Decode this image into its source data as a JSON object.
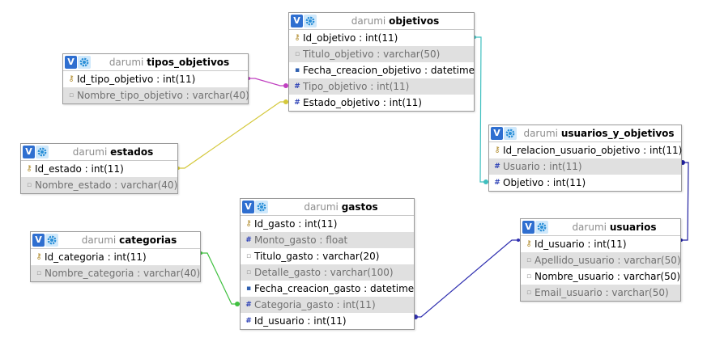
{
  "db_name": "darumi",
  "tables": {
    "objetivos": {
      "name": "objetivos",
      "fields": [
        {
          "label": "Id_objetivo : int(11)",
          "icon": "key-icon"
        },
        {
          "label": "Titulo_objetivo : varchar(50)",
          "icon": "text-field-icon"
        },
        {
          "label": "Fecha_creacion_objetivo : datetime",
          "icon": "date-field-icon"
        },
        {
          "label": "Tipo_objetivo : int(11)",
          "icon": "numeric-field-icon"
        },
        {
          "label": "Estado_objetivo : int(11)",
          "icon": "numeric-field-icon"
        }
      ]
    },
    "tipos_objetivos": {
      "name": "tipos_objetivos",
      "fields": [
        {
          "label": "Id_tipo_objetivo : int(11)",
          "icon": "key-icon"
        },
        {
          "label": "Nombre_tipo_objetivo : varchar(40)",
          "icon": "text-field-icon"
        }
      ]
    },
    "estados": {
      "name": "estados",
      "fields": [
        {
          "label": "Id_estado : int(11)",
          "icon": "key-icon"
        },
        {
          "label": "Nombre_estado : varchar(40)",
          "icon": "text-field-icon"
        }
      ]
    },
    "usuarios_y_objetivos": {
      "name": "usuarios_y_objetivos",
      "fields": [
        {
          "label": "Id_relacion_usuario_objetivo : int(11)",
          "icon": "key-icon"
        },
        {
          "label": "Usuario : int(11)",
          "icon": "numeric-field-icon"
        },
        {
          "label": "Objetivo : int(11)",
          "icon": "numeric-field-icon"
        }
      ]
    },
    "gastos": {
      "name": "gastos",
      "fields": [
        {
          "label": "Id_gasto : int(11)",
          "icon": "key-icon"
        },
        {
          "label": "Monto_gasto : float",
          "icon": "numeric-field-icon"
        },
        {
          "label": "Titulo_gasto : varchar(20)",
          "icon": "text-field-icon"
        },
        {
          "label": "Detalle_gasto : varchar(100)",
          "icon": "text-field-icon"
        },
        {
          "label": "Fecha_creacion_gasto : datetime",
          "icon": "date-field-icon"
        },
        {
          "label": "Categoria_gasto : int(11)",
          "icon": "numeric-field-icon"
        },
        {
          "label": "Id_usuario : int(11)",
          "icon": "numeric-field-icon"
        }
      ]
    },
    "categorias": {
      "name": "categorias",
      "fields": [
        {
          "label": "Id_categoria : int(11)",
          "icon": "key-icon"
        },
        {
          "label": "Nombre_categoria : varchar(40)",
          "icon": "text-field-icon"
        }
      ]
    },
    "usuarios": {
      "name": "usuarios",
      "fields": [
        {
          "label": "Id_usuario : int(11)",
          "icon": "key-icon"
        },
        {
          "label": "Apellido_usuario : varchar(50)",
          "icon": "text-field-icon"
        },
        {
          "label": "Nombre_usuario : varchar(50)",
          "icon": "text-field-icon"
        },
        {
          "label": "Email_usuario : varchar(50)",
          "icon": "text-field-icon"
        }
      ]
    }
  },
  "relations": [
    {
      "from": "tipos_objetivos.Id_tipo_objetivo",
      "to": "objetivos.Tipo_objetivo",
      "color": "#c040c0"
    },
    {
      "from": "estados.Id_estado",
      "to": "objetivos.Estado_objetivo",
      "color": "#d4c83a"
    },
    {
      "from": "objetivos.Id_objetivo",
      "to": "usuarios_y_objetivos.Objetivo",
      "color": "#3fbfbf"
    },
    {
      "from": "usuarios.Id_usuario",
      "to": "usuarios_y_objetivos.Usuario",
      "color": "#2020a0"
    },
    {
      "from": "categorias.Id_categoria",
      "to": "gastos.Categoria_gasto",
      "color": "#40c040"
    },
    {
      "from": "usuarios.Id_usuario",
      "to": "gastos.Id_usuario",
      "color": "#3030b0"
    }
  ],
  "icon_glyphs": {
    "key-icon": "⚷",
    "text-field-icon": "▫",
    "date-field-icon": "▪",
    "numeric-field-icon": "#"
  }
}
